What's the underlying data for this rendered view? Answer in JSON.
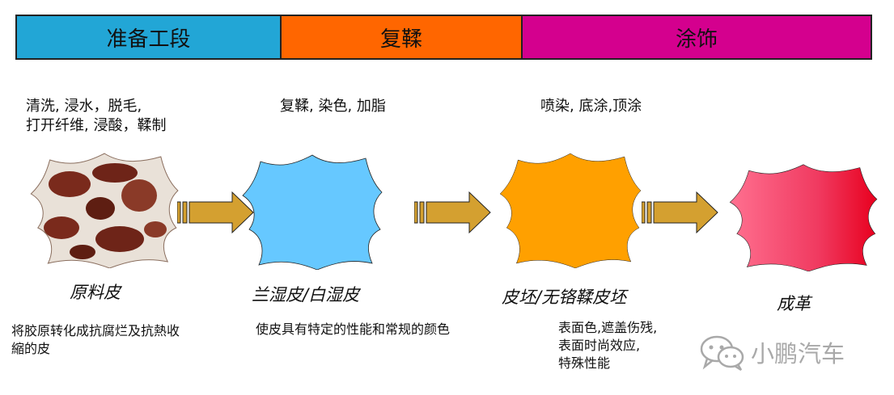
{
  "stages": [
    {
      "label": "准备工段",
      "color": "#22A6D6"
    },
    {
      "label": "复鞣",
      "color": "#FF6600"
    },
    {
      "label": "涂饰",
      "color": "#D4008E"
    }
  ],
  "stage_descriptions": [
    {
      "lines": [
        "清洗, 浸水，脱毛,",
        "打开纤维, 浸酸，鞣制"
      ]
    },
    {
      "lines": [
        "复鞣, 染色, 加脂"
      ]
    },
    {
      "lines": [
        "喷染, 底涂,顶涂"
      ]
    }
  ],
  "hides": [
    {
      "label": "原料皮",
      "fill": "cowhide",
      "note_lines": [
        "将胶原转化成抗腐烂及抗熱收",
        "縮的皮"
      ]
    },
    {
      "label": "兰湿皮/白湿皮",
      "fill": "#66C8FF",
      "note_lines": [
        "使皮具有特定的性能和常规的颜色"
      ]
    },
    {
      "label": "皮坯/无铬鞣皮坯",
      "fill": "#FFA000",
      "note_lines": [
        "表面色,遮盖伤残,",
        "表面时尚效应,",
        "特殊性能"
      ]
    },
    {
      "label": "成革",
      "fill": "gradient",
      "note_lines": []
    }
  ],
  "arrow_color": "#D4A030",
  "watermark": {
    "text": "小鹏汽车",
    "icon": "wechat-icon"
  }
}
